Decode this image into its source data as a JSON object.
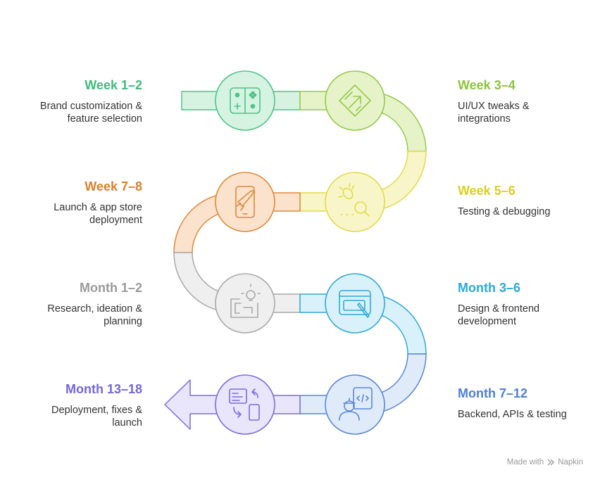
{
  "colors": {
    "green": {
      "stroke": "#4cc48a",
      "fill": "#d6f3e2",
      "text": "#3dbb7c"
    },
    "lime": {
      "stroke": "#95c94a",
      "fill": "#e6f3c9",
      "text": "#8cc43d"
    },
    "yellow": {
      "stroke": "#e2dc47",
      "fill": "#f8f5c8",
      "text": "#dccf22"
    },
    "orange": {
      "stroke": "#dd8a3c",
      "fill": "#fbe2cc",
      "text": "#dd7f2e"
    },
    "gray": {
      "stroke": "#a9a9a9",
      "fill": "#efefef",
      "text": "#9a9a9a"
    },
    "blue": {
      "stroke": "#33a9d8",
      "fill": "#d8f1fb",
      "text": "#2aa8dc"
    },
    "indigo": {
      "stroke": "#5a86d9",
      "fill": "#e0ebfa",
      "text": "#4d7fd8"
    },
    "purple": {
      "stroke": "#7f6bdf",
      "fill": "#e9e5fb",
      "text": "#7566db"
    }
  },
  "steps": [
    {
      "title": "Week 1–2",
      "desc": "Brand customization & feature selection",
      "icon": "game-controller-icon",
      "color": "green"
    },
    {
      "title": "Week 3–4",
      "desc": "UI/UX tweaks & integrations",
      "icon": "design-tool-icon",
      "color": "lime"
    },
    {
      "title": "Week 5–6",
      "desc": "Testing & debugging",
      "icon": "bug-search-icon",
      "color": "yellow"
    },
    {
      "title": "Week 7–8",
      "desc": "Launch & app store deployment",
      "icon": "mobile-rocket-icon",
      "color": "orange"
    },
    {
      "title": "Month 1–2",
      "desc": "Research, ideation & planning",
      "icon": "lightbulb-maze-icon",
      "color": "gray"
    },
    {
      "title": "Month 3–6",
      "desc": "Design & frontend development",
      "icon": "design-tablet-icon",
      "color": "blue"
    },
    {
      "title": "Month 7–12",
      "desc": "Backend, APIs & testing",
      "icon": "developer-code-icon",
      "color": "indigo"
    },
    {
      "title": "Month 13–18",
      "desc": "Deployment, fixes & launch",
      "icon": "deployment-devices-icon",
      "color": "purple"
    }
  ],
  "footer": {
    "text": "Made with",
    "brand": "Napkin"
  }
}
